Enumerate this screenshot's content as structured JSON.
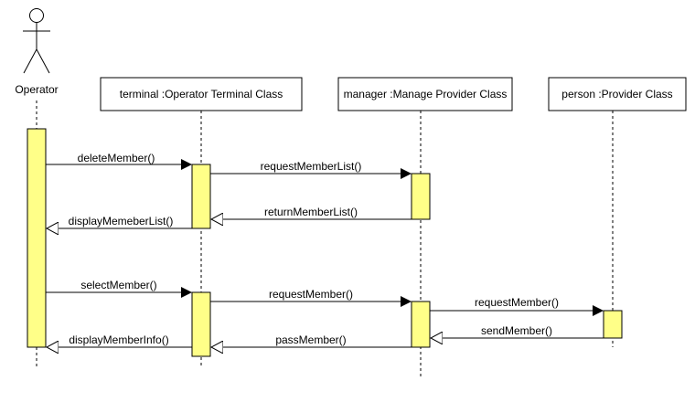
{
  "colors": {
    "activation_fill": "#ffff88",
    "stroke": "#000000",
    "background": "#ffffff"
  },
  "actor": {
    "label": "Operator"
  },
  "participants": [
    {
      "id": "terminal",
      "label": "terminal :Operator Terminal Class"
    },
    {
      "id": "manager",
      "label": "manager :Manage Provider Class"
    },
    {
      "id": "person",
      "label": "person :Provider Class"
    }
  ],
  "messages": [
    {
      "label": "deleteMember()",
      "from": "Operator",
      "to": "terminal",
      "kind": "call"
    },
    {
      "label": "requestMemberList()",
      "from": "terminal",
      "to": "manager",
      "kind": "call"
    },
    {
      "label": "returnMemberList()",
      "from": "manager",
      "to": "terminal",
      "kind": "return"
    },
    {
      "label": "displayMemeberList()",
      "from": "terminal",
      "to": "Operator",
      "kind": "return"
    },
    {
      "label": "selectMember()",
      "from": "Operator",
      "to": "terminal",
      "kind": "call"
    },
    {
      "label": "requestMember()",
      "from": "terminal",
      "to": "manager",
      "kind": "call"
    },
    {
      "label": "requestMember()",
      "from": "manager",
      "to": "person",
      "kind": "call"
    },
    {
      "label": "sendMember()",
      "from": "person",
      "to": "manager",
      "kind": "return"
    },
    {
      "label": "passMember()",
      "from": "manager",
      "to": "terminal",
      "kind": "return"
    },
    {
      "label": "displayMemberInfo()",
      "from": "terminal",
      "to": "Operator",
      "kind": "return"
    }
  ]
}
